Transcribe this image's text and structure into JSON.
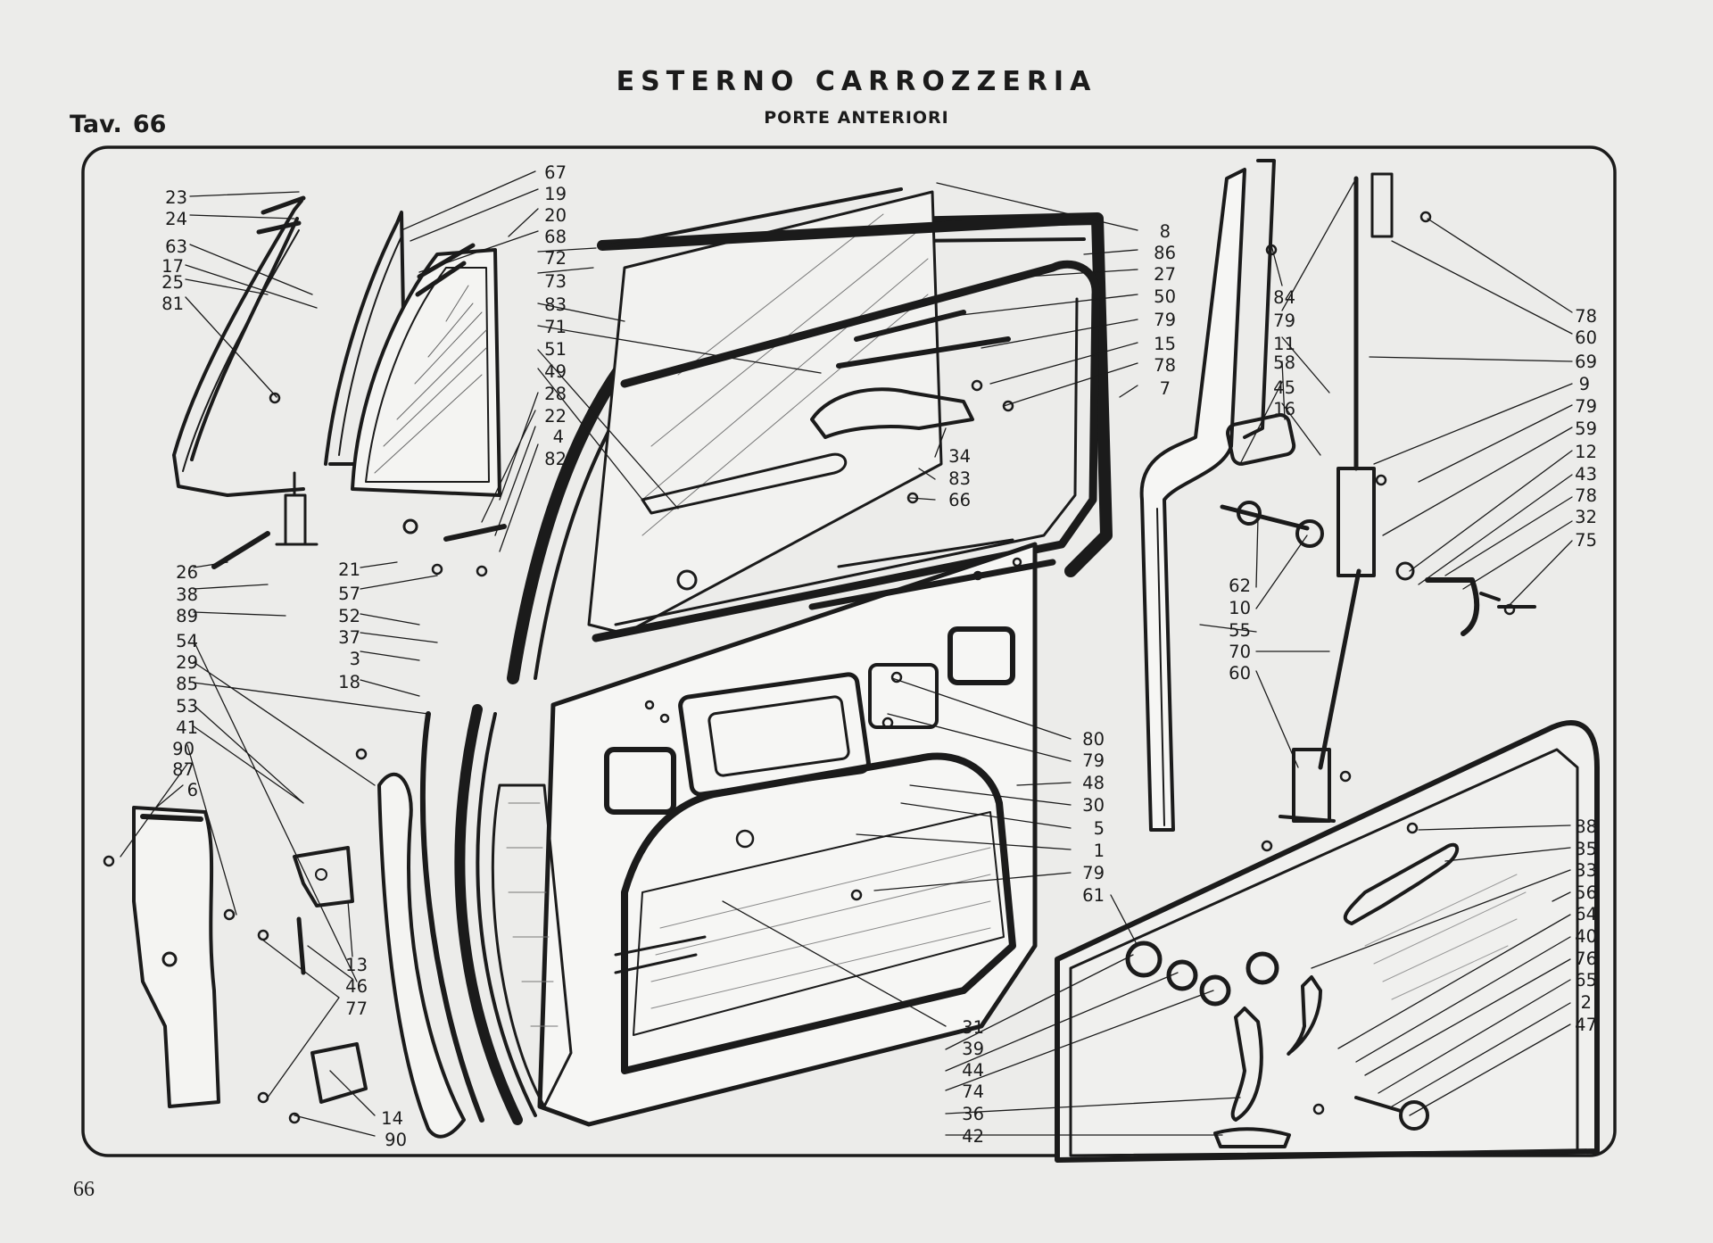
{
  "header": {
    "title": "ESTERNO CARROZZERIA",
    "subtitle": "PORTE ANTERIORI",
    "plate_prefix": "Tav.",
    "plate_number": "66"
  },
  "footer": {
    "page_number": "66"
  },
  "callouts": {
    "top_left": [
      "23",
      "24",
      "63",
      "17",
      "25",
      "81"
    ],
    "top_center_right": [
      "67",
      "19",
      "20",
      "68",
      "72",
      "73",
      "83",
      "71",
      "51",
      "49",
      "28",
      "22",
      "4",
      "82"
    ],
    "mid_left": [
      "26",
      "38",
      "89"
    ],
    "mid_center": [
      "21",
      "57",
      "52",
      "37",
      "3",
      "18"
    ],
    "lower_left": [
      "54",
      "29",
      "85",
      "53",
      "41",
      "90",
      "87",
      "6"
    ],
    "hinges": [
      "13",
      "46",
      "77",
      "14",
      "90"
    ],
    "center_top": [
      "8",
      "86",
      "27",
      "50",
      "79",
      "15",
      "78",
      "7"
    ],
    "center_handle": [
      "34",
      "83",
      "66"
    ],
    "center_lower": [
      "80",
      "79",
      "48",
      "30",
      "5",
      "1",
      "79",
      "61"
    ],
    "bottom_center": [
      "31",
      "39",
      "44",
      "74",
      "36",
      "42"
    ],
    "lock_group": [
      "84",
      "79",
      "11",
      "58",
      "45",
      "16",
      "62",
      "10",
      "55",
      "70",
      "60"
    ],
    "right_column": [
      "78",
      "60",
      "69",
      "9",
      "79",
      "59",
      "12",
      "43",
      "78",
      "32",
      "75"
    ],
    "bottom_right": [
      "88",
      "35",
      "33",
      "56",
      "64",
      "40",
      "76",
      "65",
      "2",
      "47"
    ]
  },
  "colors": {
    "paper": "#ececea",
    "ink": "#1b1b1b"
  }
}
